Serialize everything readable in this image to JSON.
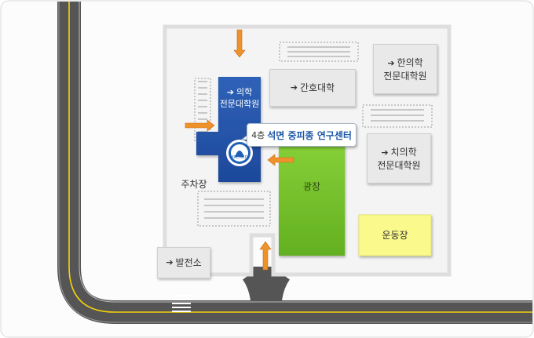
{
  "map": {
    "buildings": {
      "medical_school": {
        "line1": "의학",
        "line2": "전문대학원"
      },
      "nursing": "간호대학",
      "oriental_medicine": {
        "line1": "한의학",
        "line2": "전문대학원"
      },
      "dentistry": {
        "line1": "치의학",
        "line2": "전문대학원"
      },
      "power_plant": "발전소"
    },
    "areas": {
      "parking": "주차장",
      "plaza": "광장",
      "playground": "운동장"
    },
    "callout": {
      "floor": "4층",
      "name": "석면 중피종 연구센터"
    },
    "logo_text": "KRCARD",
    "colors": {
      "road": "#555555",
      "road_line": "#f5d20a",
      "medical_building": "#2352a7",
      "plaza": "#74c22a",
      "playground": "#fafa8c",
      "arrow": "#f0922c"
    }
  }
}
